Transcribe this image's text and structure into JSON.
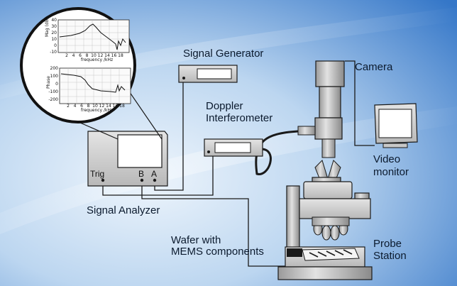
{
  "labels": {
    "signal_generator": "Signal Generator",
    "camera": "Camera",
    "doppler": "Doppler",
    "interferometer": "Interferometer",
    "video": "Video",
    "monitor": "monitor",
    "signal_analyzer": "Signal Analyzer",
    "wafer_with": "Wafer with",
    "mems_components": "MEMS components",
    "probe": "Probe",
    "station": "Station"
  },
  "analyzer_ports": {
    "trig": "Trig",
    "b": "B",
    "a": "A"
  },
  "magnifier": {
    "top_plot": {
      "ylabel": "Mag (dB)",
      "xlabel": "frequency /kHz",
      "yticks": [
        "40",
        "30",
        "20",
        "10",
        "0",
        "-10"
      ],
      "xticks": [
        "2",
        "4",
        "6",
        "8",
        "10",
        "12",
        "14",
        "16",
        "18"
      ]
    },
    "bottom_plot": {
      "ylabel": "Phase",
      "xlabel": "frequency /kHz",
      "yticks": [
        "200",
        "100",
        "0",
        "-100",
        "-200"
      ],
      "xticks": [
        "2",
        "4",
        "6",
        "8",
        "10",
        "12",
        "14",
        "16",
        "18"
      ]
    }
  },
  "colors": {
    "background_light": "#e6f0fa",
    "background_dark": "#3a7fd0",
    "equipment": "#d4d4d4",
    "outline": "#1a1a1a"
  }
}
